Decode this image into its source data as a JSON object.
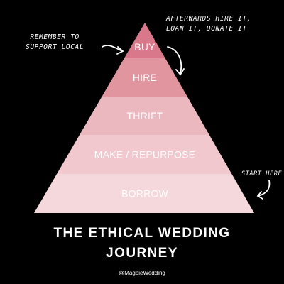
{
  "pyramid": {
    "tiers": [
      {
        "label": "BUY",
        "color": "#d9788a"
      },
      {
        "label": "HIRE",
        "color": "#e0959f"
      },
      {
        "label": "THRIFT",
        "color": "#ebb8c0"
      },
      {
        "label": "MAKE / REPURPOSE",
        "color": "#f0c8ce"
      },
      {
        "label": "BORROW",
        "color": "#f5d8dc"
      }
    ]
  },
  "notes": {
    "support_line1": "REMEMBER TO",
    "support_line2": "SUPPORT LOCAL",
    "after_line1": "AFTERWARDS HIRE IT,",
    "after_line2": "LOAN IT, DONATE IT",
    "start": "START HERE"
  },
  "title": {
    "line1": "THE ETHICAL WEDDING",
    "line2": "JOURNEY"
  },
  "handle": "@MagpieWedding",
  "colors": {
    "background": "#000000",
    "text": "#ffffff"
  }
}
